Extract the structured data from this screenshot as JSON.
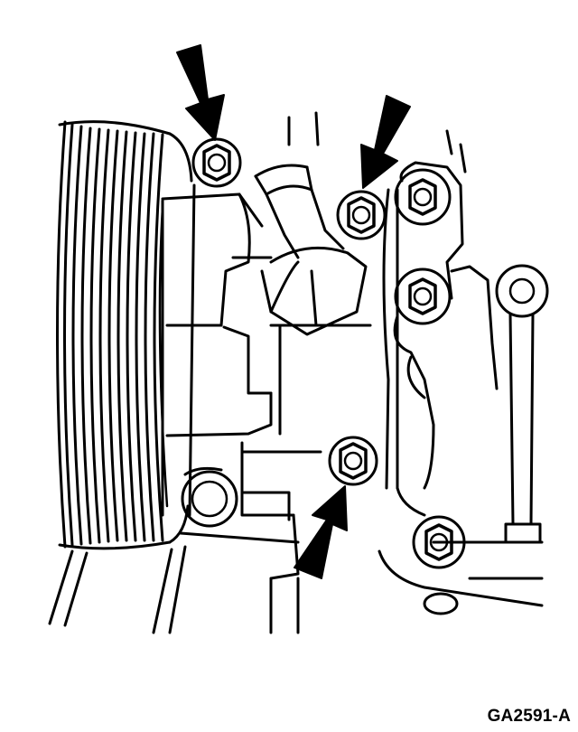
{
  "figure": {
    "id_label": "GA2591-A"
  },
  "colors": {
    "ink": "#000000",
    "paper": "#ffffff"
  },
  "parts": {
    "pulley": "pulley",
    "compressor": "compressor-body",
    "bracket": "mounting-bracket",
    "fitting": "refrigerant-fitting",
    "link_rod": "link-rod"
  },
  "callouts": [
    {
      "target": "upper-left-bolt",
      "icon": "arrow-down"
    },
    {
      "target": "upper-middle-bolt",
      "icon": "arrow-down"
    },
    {
      "target": "lower-bolt",
      "icon": "arrow-up"
    }
  ]
}
